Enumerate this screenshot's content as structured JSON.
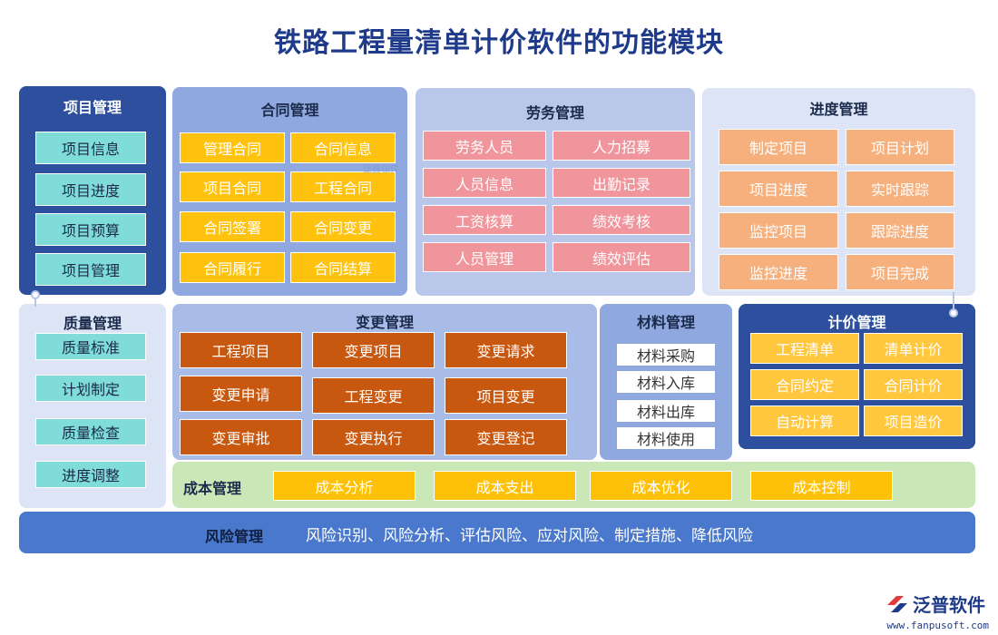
{
  "title": "铁路工程量清单计价软件的功能模块",
  "project": {
    "title": "项目管理",
    "items": [
      "项目信息",
      "项目进度",
      "项目预算",
      "项目管理"
    ]
  },
  "contract": {
    "title": "合同管理",
    "items": [
      "管理合同",
      "合同信息",
      "项目合同",
      "工程合同",
      "合同签署",
      "合同变更",
      "合同履行",
      "合同结算"
    ]
  },
  "labor": {
    "title": "劳务管理",
    "items": [
      "劳务人员",
      "人力招募",
      "人员信息",
      "出勤记录",
      "工资核算",
      "绩效考核",
      "人员管理",
      "绩效评估"
    ]
  },
  "schedule": {
    "title": "进度管理",
    "items": [
      "制定项目",
      "项目计划",
      "项目进度",
      "实时跟踪",
      "监控项目",
      "跟踪进度",
      "监控进度",
      "项目完成"
    ]
  },
  "quality": {
    "title": "质量管理",
    "items": [
      "质量标准",
      "计划制定",
      "质量检查",
      "进度调整"
    ]
  },
  "change": {
    "title": "变更管理",
    "items": [
      "工程项目",
      "变更项目",
      "变更请求",
      "变更申请",
      "工程变更",
      "项目变更",
      "变更审批",
      "变更执行",
      "变更登记"
    ]
  },
  "material": {
    "title": "材料管理",
    "items": [
      "材料采购",
      "材料入库",
      "材料出库",
      "材料使用"
    ]
  },
  "pricing": {
    "title": "计价管理",
    "items": [
      "工程清单",
      "清单计价",
      "合同约定",
      "合同计价",
      "自动计算",
      "项目造价"
    ]
  },
  "cost": {
    "title": "成本管理",
    "items": [
      "成本分析",
      "成本支出",
      "成本优化",
      "成本控制"
    ]
  },
  "risk": {
    "title": "风险管理",
    "text": "风险识别、风险分析、评估风险、应对风险、制定措施、降低风险"
  },
  "logo": {
    "name": "泛普软件",
    "url": "www.fanpusoft.com",
    "watermark": "泛普软件"
  },
  "colors": {
    "navy": "#2d4f9e",
    "contract_bg": "#8fa9e0",
    "labor_bg": "#b8c7ea",
    "schedule_bg": "#dce4f5",
    "cost_bg": "#c9e7b7",
    "risk_bg": "#4a78cc"
  }
}
